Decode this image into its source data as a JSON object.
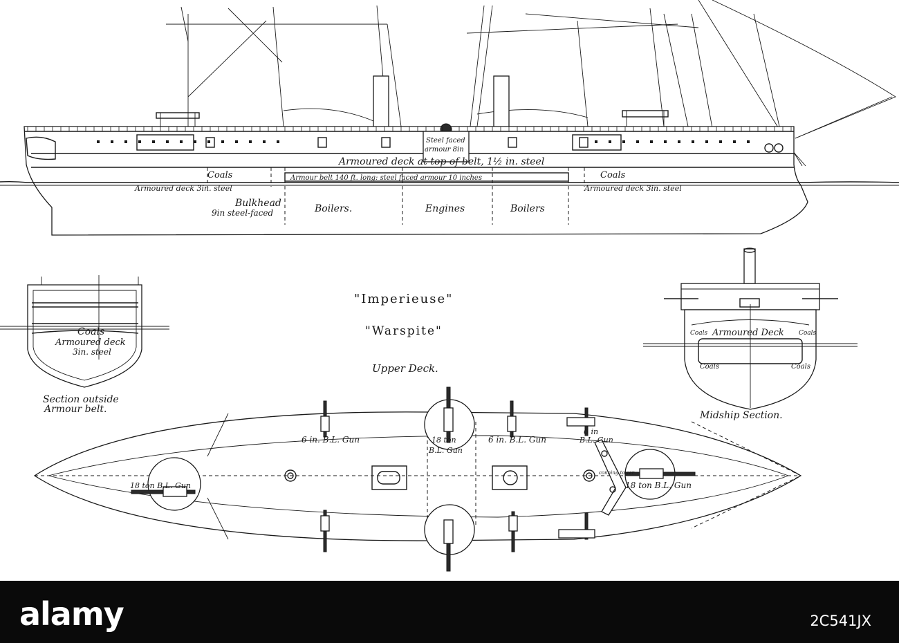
{
  "profile": {
    "armoured_deck_top": "Armoured deck at top of belt, 1½ in. steel",
    "steel_faced": "Steel faced",
    "armour_8in": "armour 8in",
    "coals_fwd": "Coals",
    "coals_aft": "Coals",
    "armour_belt": "Armour belt 140 ft. long: steel faced armour 10 inches",
    "armoured_deck_fwd": "Armoured deck 3in. steel",
    "armoured_deck_aft": "Armoured deck 3in. steel",
    "bulkhead": "Bulkhead",
    "bulkhead_spec": "9in steel-faced",
    "boilers_fwd": "Boilers.",
    "engines": "Engines",
    "boilers_aft": "Boilers"
  },
  "section_outside": {
    "coals": "Coals",
    "armoured_deck": "Armoured deck",
    "steel": "3in. steel",
    "caption_line1": "Section outside",
    "caption_line2": "Armour belt."
  },
  "titles": {
    "ship1": "\"Imperieuse\"",
    "ship2": "\"Warspite\"",
    "upper_deck": "Upper Deck."
  },
  "midship": {
    "coals_left": "Coals",
    "armoured_deck": "Armoured Deck",
    "coals_right": "Coals",
    "coals_lower_left": "Coals",
    "coals_lower_right": "Coals",
    "caption": "Midship Section."
  },
  "upper_deck": {
    "gun_6in_left": "6 in. B.L. Gun",
    "gun_18ton_centre": "18 ton",
    "gun_18ton_centre_b": "B.L. Gun",
    "gun_6in_mid": "6 in. B.L. Gun",
    "gun_6in_right": "6 in",
    "gun_6in_right_b": "B.L. Gun",
    "gun_18ton_fwd": "18 ton B.L. Gun",
    "gun_18ton_aft": "18 ton B.L. Gun",
    "conning_tower": "conning tower"
  },
  "footer": {
    "wordmark": "alamy",
    "image_id": "2C541JX"
  }
}
